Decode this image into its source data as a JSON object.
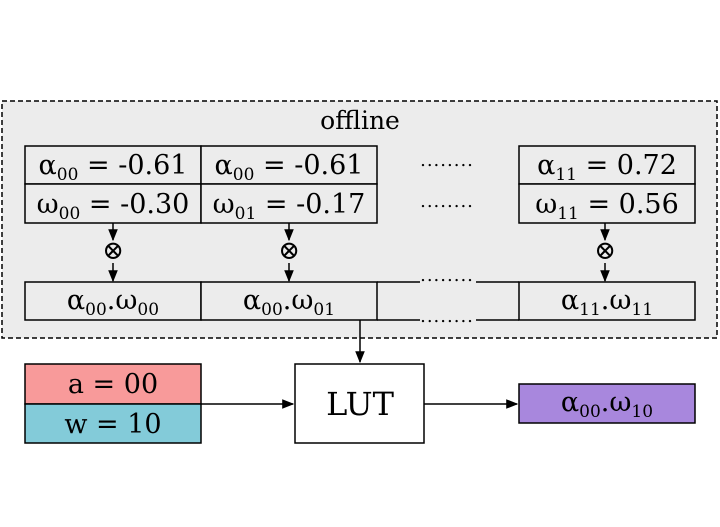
{
  "offline": {
    "title": "offline",
    "columns": [
      {
        "alpha": {
          "sym": "α",
          "sub": "00",
          "rel": " = -0.61"
        },
        "omega": {
          "sym": "ω",
          "sub": "00",
          "rel": " = -0.30"
        },
        "product": {
          "a_sym": "α",
          "a_sub": "00",
          "dot": ".",
          "w_sym": "ω",
          "w_sub": "00"
        }
      },
      {
        "alpha": {
          "sym": "α",
          "sub": "00",
          "rel": " = -0.61"
        },
        "omega": {
          "sym": "ω",
          "sub": "01",
          "rel": " = -0.17"
        },
        "product": {
          "a_sym": "α",
          "a_sub": "00",
          "dot": ".",
          "w_sym": "ω",
          "w_sub": "01"
        }
      },
      {
        "alpha": {
          "sym": "α",
          "sub": "11",
          "rel": " = 0.72"
        },
        "omega": {
          "sym": "ω",
          "sub": "11",
          "rel": " = 0.56"
        },
        "product": {
          "a_sym": "α",
          "a_sub": "11",
          "dot": ".",
          "w_sym": "ω",
          "w_sub": "11"
        }
      }
    ],
    "ellipsis": "........",
    "multiply_symbol": "⊗"
  },
  "inputs": {
    "a": "a = 00",
    "w": "w = 10"
  },
  "lut": {
    "label": "LUT"
  },
  "output": {
    "a_sym": "α",
    "a_sub": "00",
    "dot": ".",
    "w_sym": "ω",
    "w_sub": "10"
  },
  "colors": {
    "offline_bg": "#ececec",
    "input_a": "#f89a9a",
    "input_w": "#83cbd9",
    "output": "#a887dd"
  }
}
